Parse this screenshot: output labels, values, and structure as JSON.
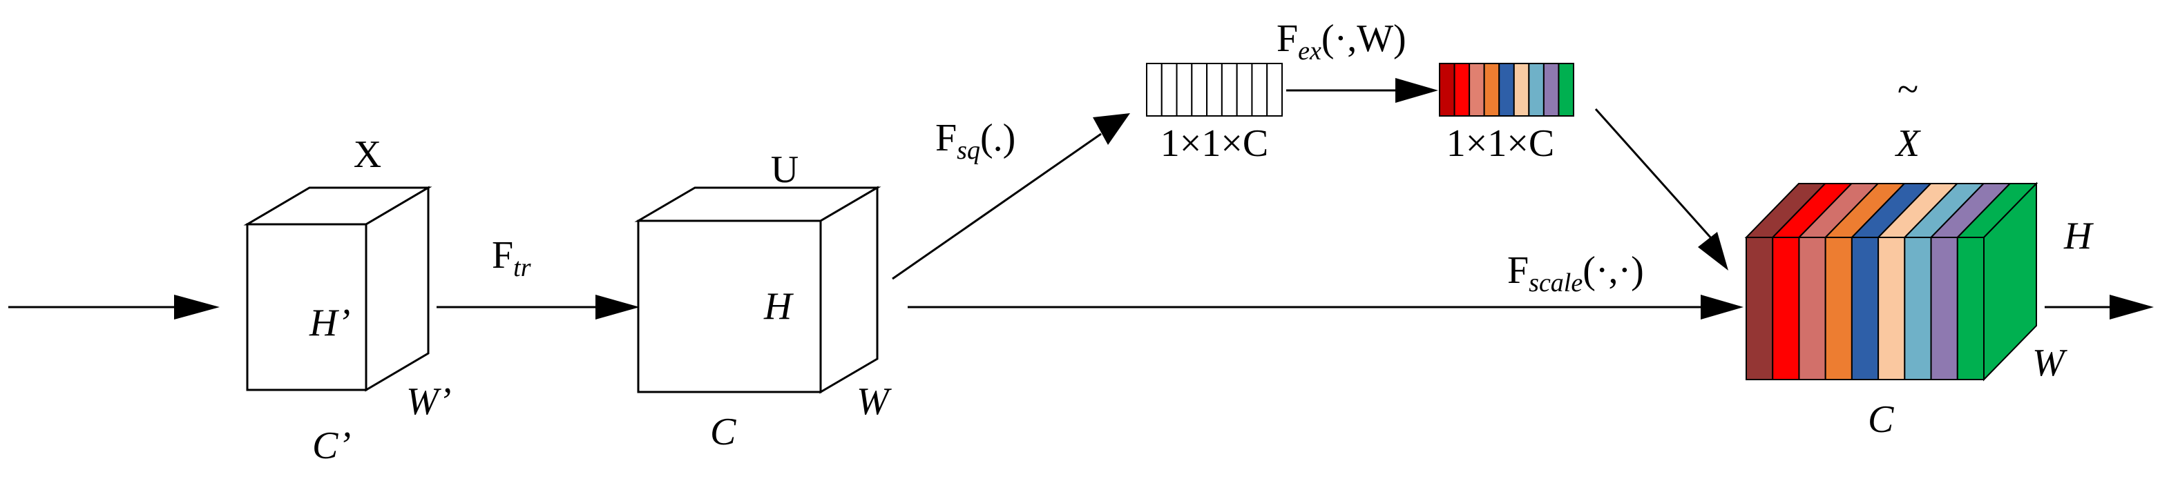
{
  "input_block": {
    "title": "X",
    "height_label": "H’",
    "width_label": "W’",
    "channel_label": "C’"
  },
  "transform": {
    "label_main": "F",
    "label_sub": "tr"
  },
  "feature_block": {
    "title": "U",
    "height_label": "H",
    "width_label": "W",
    "channel_label": "C"
  },
  "squeeze": {
    "label_main": "F",
    "label_sub": "sq",
    "label_args": "(.)",
    "vector_label": "1×1×C",
    "cells": 9
  },
  "excitation": {
    "label_main": "F",
    "label_sub": "ex",
    "label_args": "(·,W)",
    "vector_label": "1×1×C",
    "colors": [
      "#c00000",
      "#ff0000",
      "#e08070",
      "#ed7d31",
      "#2e5fa8",
      "#f8cba3",
      "#6fb1c8",
      "#8e79b0",
      "#00b050"
    ]
  },
  "scale": {
    "label_main": "F",
    "label_sub": "scale",
    "label_args": "(·,·)"
  },
  "output_block": {
    "title": "X",
    "tilde": "~",
    "height_label": "H",
    "width_label": "W",
    "channel_label": "C",
    "slice_colors": [
      "#943634",
      "#ff0000",
      "#d2706a",
      "#ed7d31",
      "#2e5fa8",
      "#fac8a0",
      "#6fb1c8",
      "#8e79b0",
      "#00b050"
    ],
    "top_colors": [
      "#943634",
      "#ff0000",
      "#d2706a",
      "#ed7d31",
      "#2e5fa8",
      "#fac8a0",
      "#6fb1c8",
      "#8e79b0",
      "#00b050"
    ]
  }
}
